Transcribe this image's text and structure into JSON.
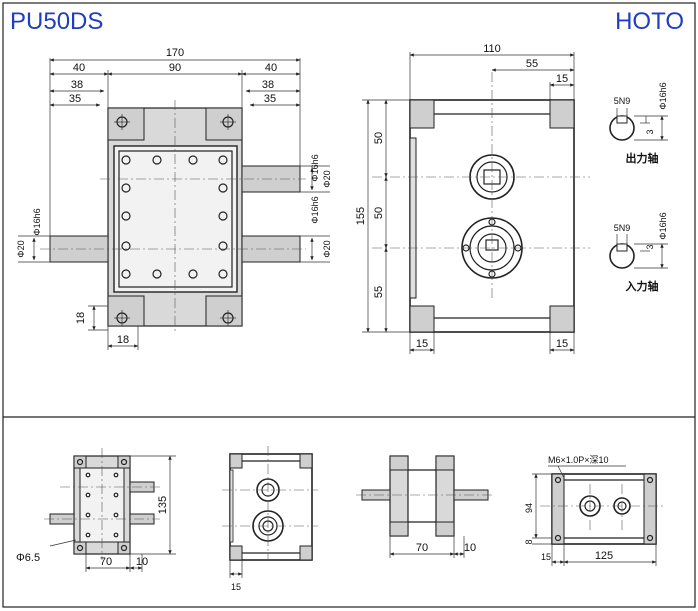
{
  "header": {
    "model": "PU50DS",
    "brand": "HOTO"
  },
  "front": {
    "w170": "170",
    "w40l": "40",
    "w90": "90",
    "w40r": "40",
    "w38l": "38",
    "w35l": "35",
    "w38r": "38",
    "w35r": "35",
    "d16h6a": "Φ16h6",
    "d20a": "Φ20",
    "d16h6b": "Φ16h6",
    "d20b": "Φ20",
    "d16h6c": "Φ16h6",
    "d20c": "Φ20",
    "h18": "18",
    "w18": "18"
  },
  "side": {
    "w110": "110",
    "w55": "55",
    "w15t": "15",
    "h155": "155",
    "h50a": "50",
    "h50b": "50",
    "h55": "55",
    "w15bl": "15",
    "w15br": "15"
  },
  "shafts": {
    "out_key": "5N9",
    "out_d": "Φ16h6",
    "out_3": "3",
    "out_label": "出力轴",
    "in_key": "5N9",
    "in_d": "Φ16h6",
    "in_3": "3",
    "in_label": "入力轴"
  },
  "bottom": {
    "h135": "135",
    "d65": "Φ6.5",
    "w70a": "70",
    "w10a": "10",
    "w15c": "15",
    "w70b": "70",
    "w10b": "10",
    "thread": "M6×1.0P×深10",
    "h94": "94",
    "h8": "8",
    "w15d": "15",
    "w125": "125"
  }
}
